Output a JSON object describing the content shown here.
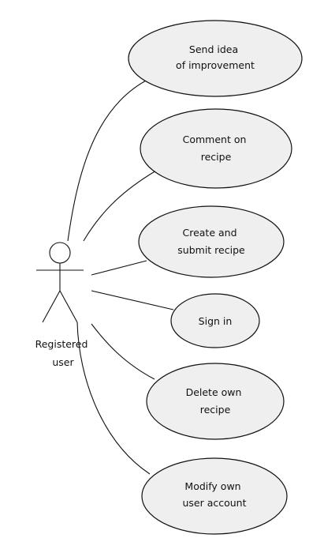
{
  "actor": {
    "label_lines": [
      "Registered",
      "user"
    ]
  },
  "use_cases": [
    {
      "id": "send-idea",
      "label_lines": [
        "Send idea",
        "of improvement"
      ]
    },
    {
      "id": "comment-recipe",
      "label_lines": [
        "Comment on",
        "recipe"
      ]
    },
    {
      "id": "create-submit-recipe",
      "label_lines": [
        "Create and",
        "submit recipe"
      ]
    },
    {
      "id": "sign-in",
      "label_lines": [
        "Sign in"
      ]
    },
    {
      "id": "delete-recipe",
      "label_lines": [
        "Delete own",
        "recipe"
      ]
    },
    {
      "id": "modify-account",
      "label_lines": [
        "Modify own",
        "user account"
      ]
    }
  ]
}
